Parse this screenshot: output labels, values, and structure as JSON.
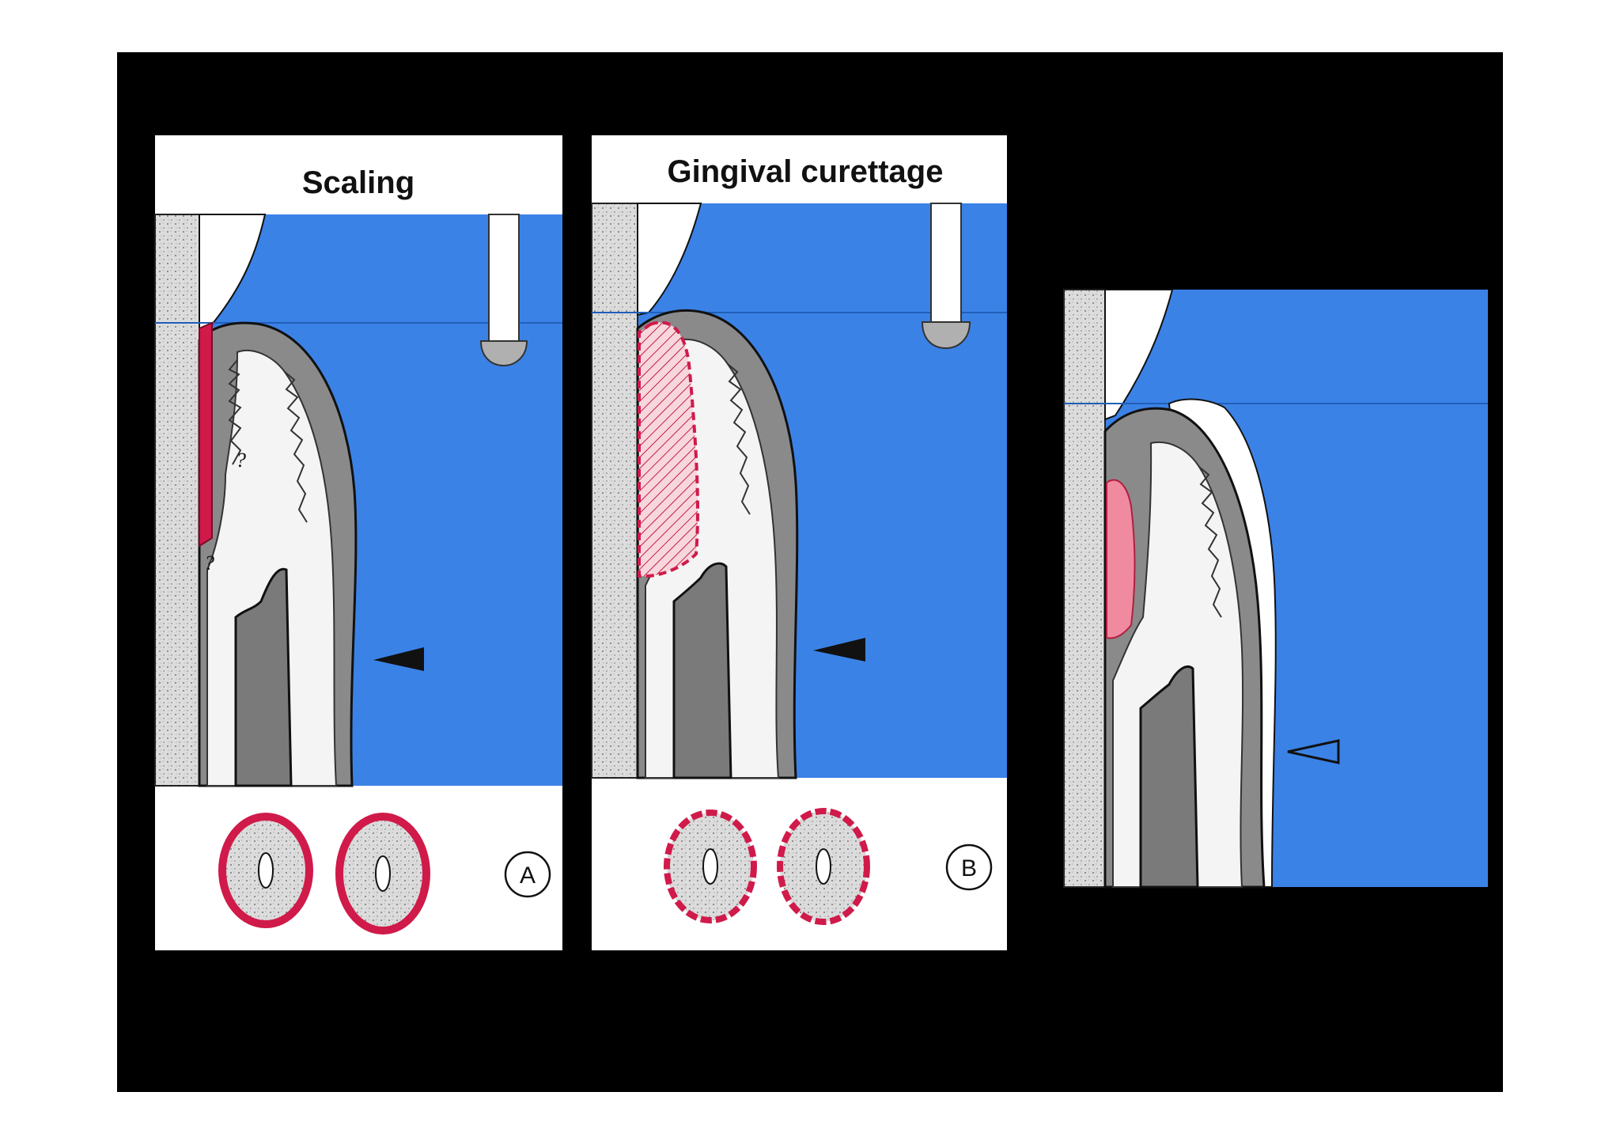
{
  "panels": [
    {
      "id": "A",
      "title": "Scaling",
      "label": "A"
    },
    {
      "id": "B",
      "title": "Gingival curettage",
      "label": "B"
    },
    {
      "id": "C",
      "title": "",
      "label": ""
    }
  ],
  "annotations": {
    "question_mark": "?"
  },
  "colors": {
    "background": "#000000",
    "panel_white": "#ffffff",
    "water_blue": "#3b82e6",
    "gingiva_gray": "#8a8a8a",
    "connective_white": "#f4f4f4",
    "tooth_stipple": "#d9d9d9",
    "calculus_red": "#d01a4a",
    "new_attachment_pink": "#f08aa0",
    "root_planed_gray": "#7a7a7a",
    "waterline_blue": "#1f5fb8"
  },
  "icons": [
    "filled-arrowhead-icon",
    "outline-arrowhead-icon",
    "probe-tip-icon",
    "circled-letter-icon"
  ]
}
